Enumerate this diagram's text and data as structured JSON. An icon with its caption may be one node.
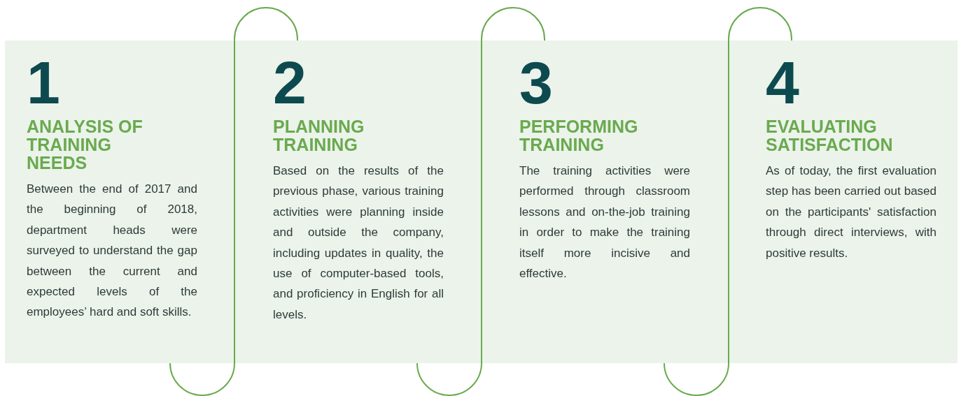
{
  "diagram": {
    "nodes": [
      {
        "text": [
          "1",
          "ANALYSIS OF TRAINING NEEDS",
          "Between the end of 2017 and the beginning of 2018, department heads were surveyed to understand the gap between the current and expected levels of the employees’ hard and soft skills."
        ]
      },
      {
        "text": [
          "2",
          "PLANNING TRAINING",
          "Based on the results of the previous phase, various training activities were planning inside and outside the company, including updates in quality, the use of computer-based tools, and proficiency in English for all levels."
        ]
      },
      {
        "text": [
          "3",
          "PERFORMING TRAINING",
          "The training activities were performed through classroom lessons and on-the-job training in order to make the training itself more incisive and effective."
        ]
      },
      {
        "text": [
          "4",
          "EVALUATING SATISFACTION",
          "As of today, the first evaluation step has been carried out based on the participants' satisfaction through direct interviews, with positive results."
        ]
      }
    ]
  }
}
